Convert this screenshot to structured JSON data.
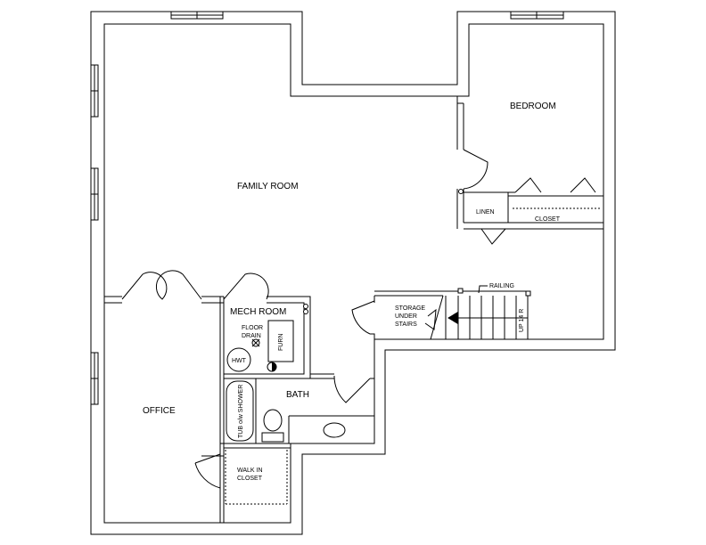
{
  "rooms": {
    "family_room": "FAMILY ROOM",
    "bedroom": "BEDROOM",
    "office": "OFFICE",
    "mech_room": "MECH ROOM",
    "bath": "BATH",
    "linen": "LINEN",
    "closet": "CLOSET",
    "walk_in_closet": [
      "WALK IN",
      "CLOSET"
    ],
    "storage": [
      "STORAGE",
      "UNDER",
      "STAIRS"
    ]
  },
  "fixtures": {
    "floor_drain": [
      "FLOOR",
      "DRAIN"
    ],
    "furn": "FURN",
    "hwt": "HWT",
    "tub_shower": "TUB o/w SHOWER",
    "stairs_up": "UP 14 R",
    "railing": "RAILING"
  }
}
